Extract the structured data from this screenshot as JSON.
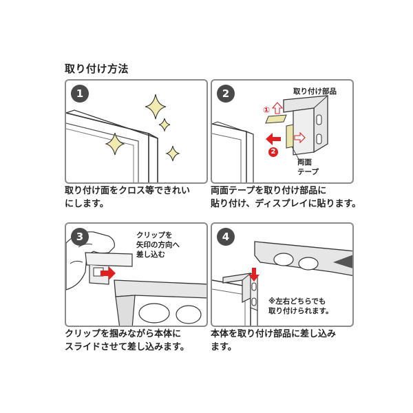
{
  "title": "取り付け方法",
  "colors": {
    "frame": "#8a8a8a",
    "badge": "#4a4a4a",
    "sparkle": "#f2ebb0",
    "arrow_red": "#e02020",
    "tape": "#ece6ad",
    "metal": "#e6e6e6"
  },
  "steps": [
    {
      "number": "1",
      "caption_line1": "取り付け面をクロス等できれい",
      "caption_line2": "にします。"
    },
    {
      "number": "2",
      "caption_line1": "両面テープを取り付け部品に",
      "caption_line2": "貼り付け、ディスプレイに貼ります。",
      "label_part": "取り付け部品",
      "mark1": "①",
      "mark2": "2",
      "label_tape1": "両面",
      "label_tape2": "テープ"
    },
    {
      "number": "3",
      "caption_line1": "クリップを掴みながら本体に",
      "caption_line2": "スライドさせて差し込みます。",
      "label1": "クリップを",
      "label2": "矢印の方向へ",
      "label3": "差し込む"
    },
    {
      "number": "4",
      "caption_line1": "本体を取り付け部品に差し込み",
      "caption_line2": "ます。",
      "note1": "※左右どちらでも",
      "note2": "取り付けられます。"
    }
  ]
}
